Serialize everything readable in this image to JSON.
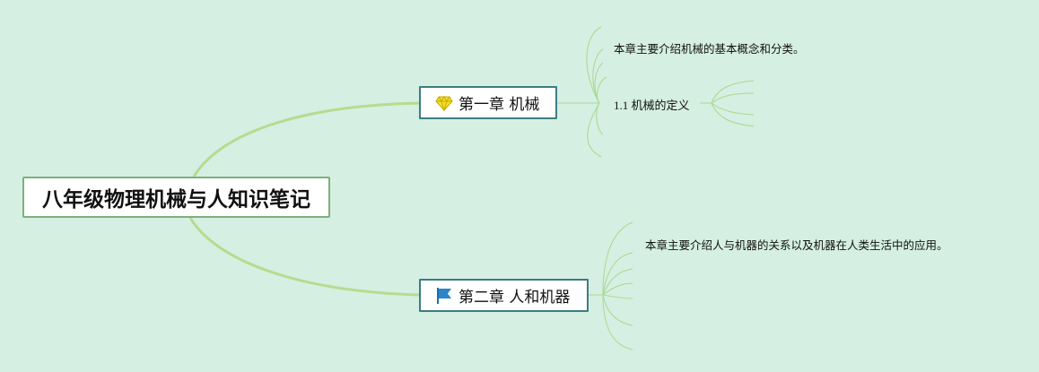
{
  "root": {
    "title": "八年级物理机械与人知识笔记"
  },
  "branches": [
    {
      "label": "第一章 机械",
      "icon": "gem-icon",
      "children": [
        {
          "text": "本章主要介绍机械的基本概念和分类。"
        },
        {
          "text": "1.1 机械的定义"
        }
      ]
    },
    {
      "label": "第二章 人和机器",
      "icon": "flag-icon",
      "children": [
        {
          "text": "本章主要介绍人与机器的关系以及机器在人类生活中的应用。"
        }
      ]
    }
  ],
  "colors": {
    "background": "#d5efe2",
    "main_connector": "#b5dc8f",
    "sub_connector": "#a9d98d",
    "branch_border": "#3b7d84",
    "root_border": "#7db07c",
    "gem_icon": "#f3e02b",
    "flag_icon": "#2a86c9"
  }
}
